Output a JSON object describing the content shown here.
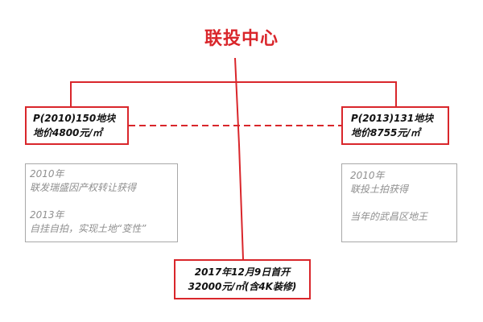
{
  "title": "联投中心",
  "left_plot": {
    "line1": "P(2010)150地块",
    "line2": "地价4800元/㎡"
  },
  "right_plot": {
    "line1": "P(2013)131地块",
    "line2": "地价8755元/㎡"
  },
  "left_note": {
    "year1": "2010年",
    "text1": "联发瑞盛因产权转让获得",
    "year2": "2013年",
    "text2": "自挂自拍，实现土地“变性”"
  },
  "right_note": {
    "year1": "2010年",
    "text1": "联投土拍获得",
    "text2": "当年的武昌区地王"
  },
  "opening": {
    "line1": "2017年12月9日首开",
    "line2": "32000元/㎡(含4K装修)"
  },
  "colors": {
    "accent": "#d9262b",
    "gray_border": "#a8a8a8",
    "gray_text": "#8f8f8f"
  }
}
